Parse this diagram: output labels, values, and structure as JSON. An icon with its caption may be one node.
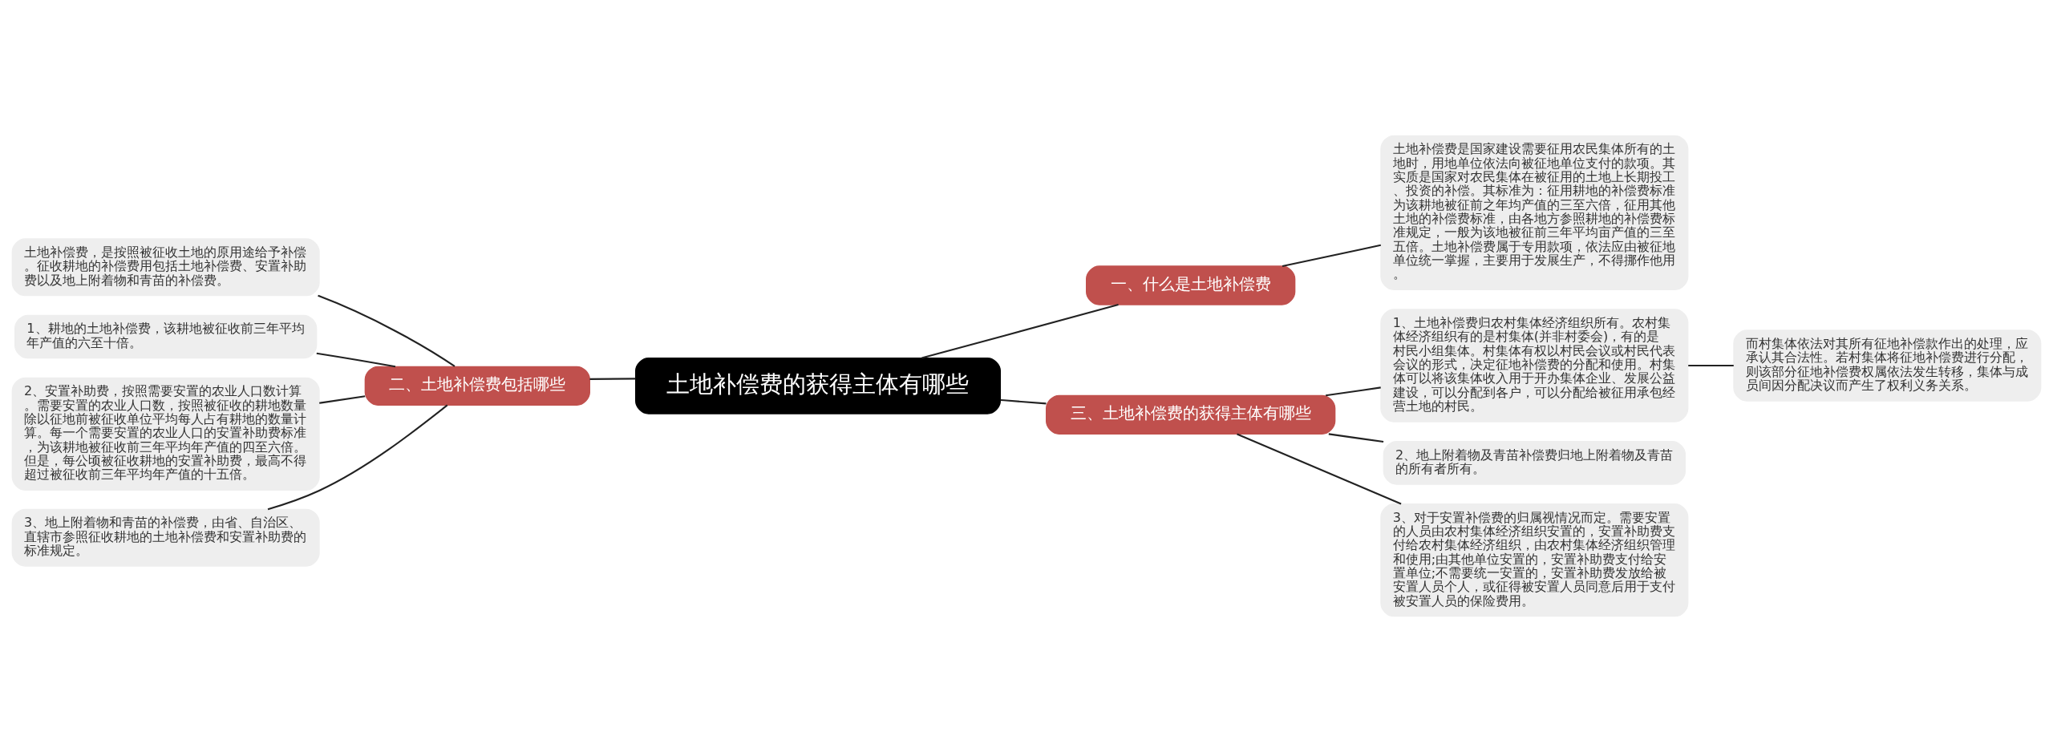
{
  "diagram": {
    "nodes": [
      {
        "text": [
          "土地补偿费的获得主体有哪些"
        ]
      },
      {
        "text": [
          "一、什么是土地补偿费"
        ]
      },
      {
        "text": [
          "土地补偿费是国家建设需要征用农民集体所有的土地时，用地单位依法向被征地单位支付的款项。其实质是国家对农民集体在被征用的土地上长期投工、投资的补偿。其标准为：征用耕地的补偿费标准为该耕地被征前之年均产值的三至六倍，征用其他土地的补偿费标准，由各地方参照耕地的补偿费标准规定，一般为该地被征前三年平均亩产值的三至五倍。土地补偿费属于专用款项，依法应由被征地单位统一掌握，主要用于发展生产，不得挪作他用。"
        ]
      },
      {
        "text": [
          "二、土地补偿费包括哪些"
        ]
      },
      {
        "text": [
          "土地补偿费，是按照被征收土地的原用途给予补偿。征收耕地的补偿费用包括土地补偿费、安置补助费以及地上附着物和青苗的补偿费。"
        ]
      },
      {
        "text": [
          "1、耕地的土地补偿费，该耕地被征收前三年平均年产值的六至十倍。"
        ]
      },
      {
        "text": [
          "2、安置补助费，按照需要安置的农业人口数计算。需要安置的农业人口数，按照被征收的耕地数量除以征地前被征收单位平均每人占有耕地的数量计算。每一个需要安置的农业人口的安置补助费标准，为该耕地被征收前三年平均年产值的四至六倍。但是，每公顷被征收耕地的安置补助费，最高不得超过被征收前三年平均年产值的十五倍。"
        ]
      },
      {
        "text": [
          "3、地上附着物和青苗的补偿费，由省、自治区、直辖市参照征收耕地的土地补偿费和安置补助费的标准规定。"
        ]
      },
      {
        "text": [
          "三、土地补偿费的获得主体有哪些"
        ]
      },
      {
        "text": [
          "1、土地补偿费归农村集体经济组织所有。农村集体经济组织有的是村集体(并非村委会)，有的是村民小组集体。村集体有权以村民会议或村民代表会议的形式，决定征地补偿费的分配和使用。村集体可以将该集体收入用于开办集体企业、发展公益建设，可以分配到各户，可以分配给被征用承包经营土地的村民。"
        ]
      },
      {
        "text": [
          "而村集体依法对其所有征地补偿款作出的处理，应承认其合法性。若村集体将征地补偿费进行分配，则该部分征地补偿费权属依法发生转移，集体与成员间因分配决议而产生了权利义务关系。"
        ]
      },
      {
        "text": [
          "2、地上附着物及青苗补偿费归地上附着物及青苗的所有者所有。"
        ]
      },
      {
        "text": [
          "3、对于安置补偿费的归属视情况而定。需要安置的人员由农村集体经济组织安置的，安置补助费支付给农村集体经济组织，由农村集体经济组织管理和使用;由其他单位安置的，安置补助费支付给安置单位;不需要统一安置的，安置补助费发放给被安置人员个人，或征得被安置人员同意后用于支付被安置人员的保险费用。"
        ]
      }
    ],
    "edges": [
      {
        "from": 0,
        "to": 1,
        "arrow": "none"
      },
      {
        "from": 1,
        "to": 2,
        "arrow": "none"
      },
      {
        "from": 0,
        "to": 3,
        "arrow": "none"
      },
      {
        "from": 3,
        "to": 4,
        "arrow": "none"
      },
      {
        "from": 3,
        "to": 5,
        "arrow": "none"
      },
      {
        "from": 3,
        "to": 6,
        "arrow": "none"
      },
      {
        "from": 3,
        "to": 7,
        "arrow": "none"
      },
      {
        "from": 0,
        "to": 8,
        "arrow": "none"
      },
      {
        "from": 8,
        "to": 9,
        "arrow": "none"
      },
      {
        "from": 9,
        "to": 10,
        "arrow": "none"
      },
      {
        "from": 8,
        "to": 11,
        "arrow": "none"
      },
      {
        "from": 8,
        "to": 12,
        "arrow": "none"
      }
    ]
  }
}
